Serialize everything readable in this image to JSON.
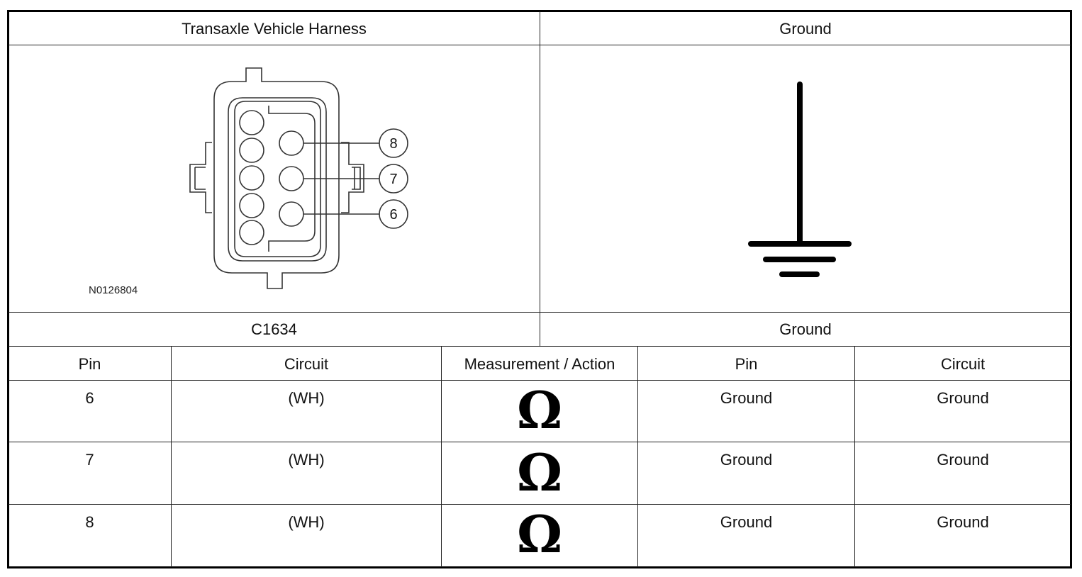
{
  "top": {
    "left_header": "Transaxle Vehicle Harness",
    "right_header": "Ground",
    "connector_code": "N0126804",
    "left_label": "C1634",
    "right_label": "Ground",
    "pin_callouts": [
      "8",
      "7",
      "6"
    ]
  },
  "table": {
    "columns": [
      "Pin",
      "Circuit",
      "Measurement / Action",
      "Pin",
      "Circuit"
    ],
    "rows": [
      {
        "pin": "6",
        "circuit": "(WH)",
        "symbol": "Ω",
        "pin2": "Ground",
        "circuit2": "Ground"
      },
      {
        "pin": "7",
        "circuit": "(WH)",
        "symbol": "Ω",
        "pin2": "Ground",
        "circuit2": "Ground"
      },
      {
        "pin": "8",
        "circuit": "(WH)",
        "symbol": "Ω",
        "pin2": "Ground",
        "circuit2": "Ground"
      }
    ]
  },
  "icons": {
    "connector": "connector-face-icon",
    "ground": "ground-symbol-icon",
    "measurement": "ohm-icon"
  }
}
